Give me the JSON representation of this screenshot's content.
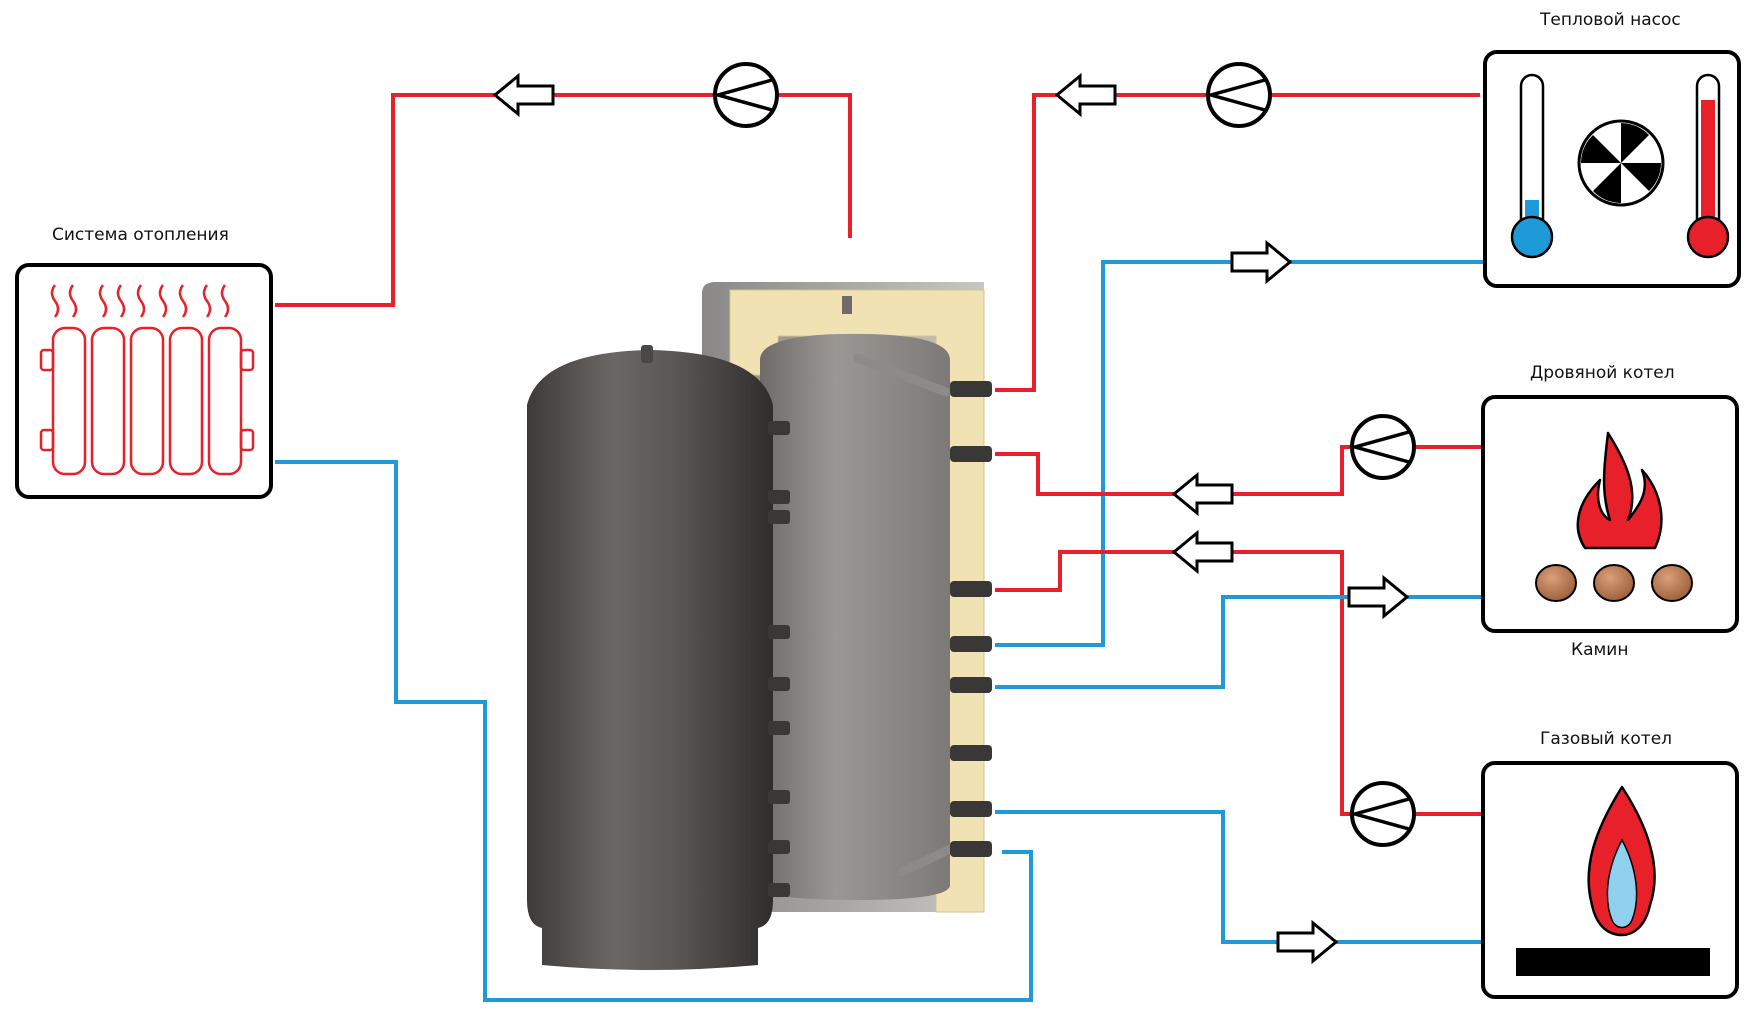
{
  "labels": {
    "heating_system": "Система отопления",
    "heat_pump": "Тепловой насос",
    "wood_boiler": "Дровяной котел",
    "fireplace": "Камин",
    "gas_boiler": "Газовый котел"
  },
  "colors": {
    "supply_pipe": "#e8202a",
    "return_pipe": "#1e9ad8",
    "tank_body": "#55524f",
    "insulation": "#f1e2b4"
  },
  "icons": {
    "heating_system": "radiator-icon",
    "heat_pump": "heat-pump-icon",
    "wood_boiler": "wood-fire-icon",
    "gas_boiler": "gas-flame-icon",
    "pump": "circulation-pump-icon",
    "flow_arrow": "flow-direction-arrow-icon"
  }
}
